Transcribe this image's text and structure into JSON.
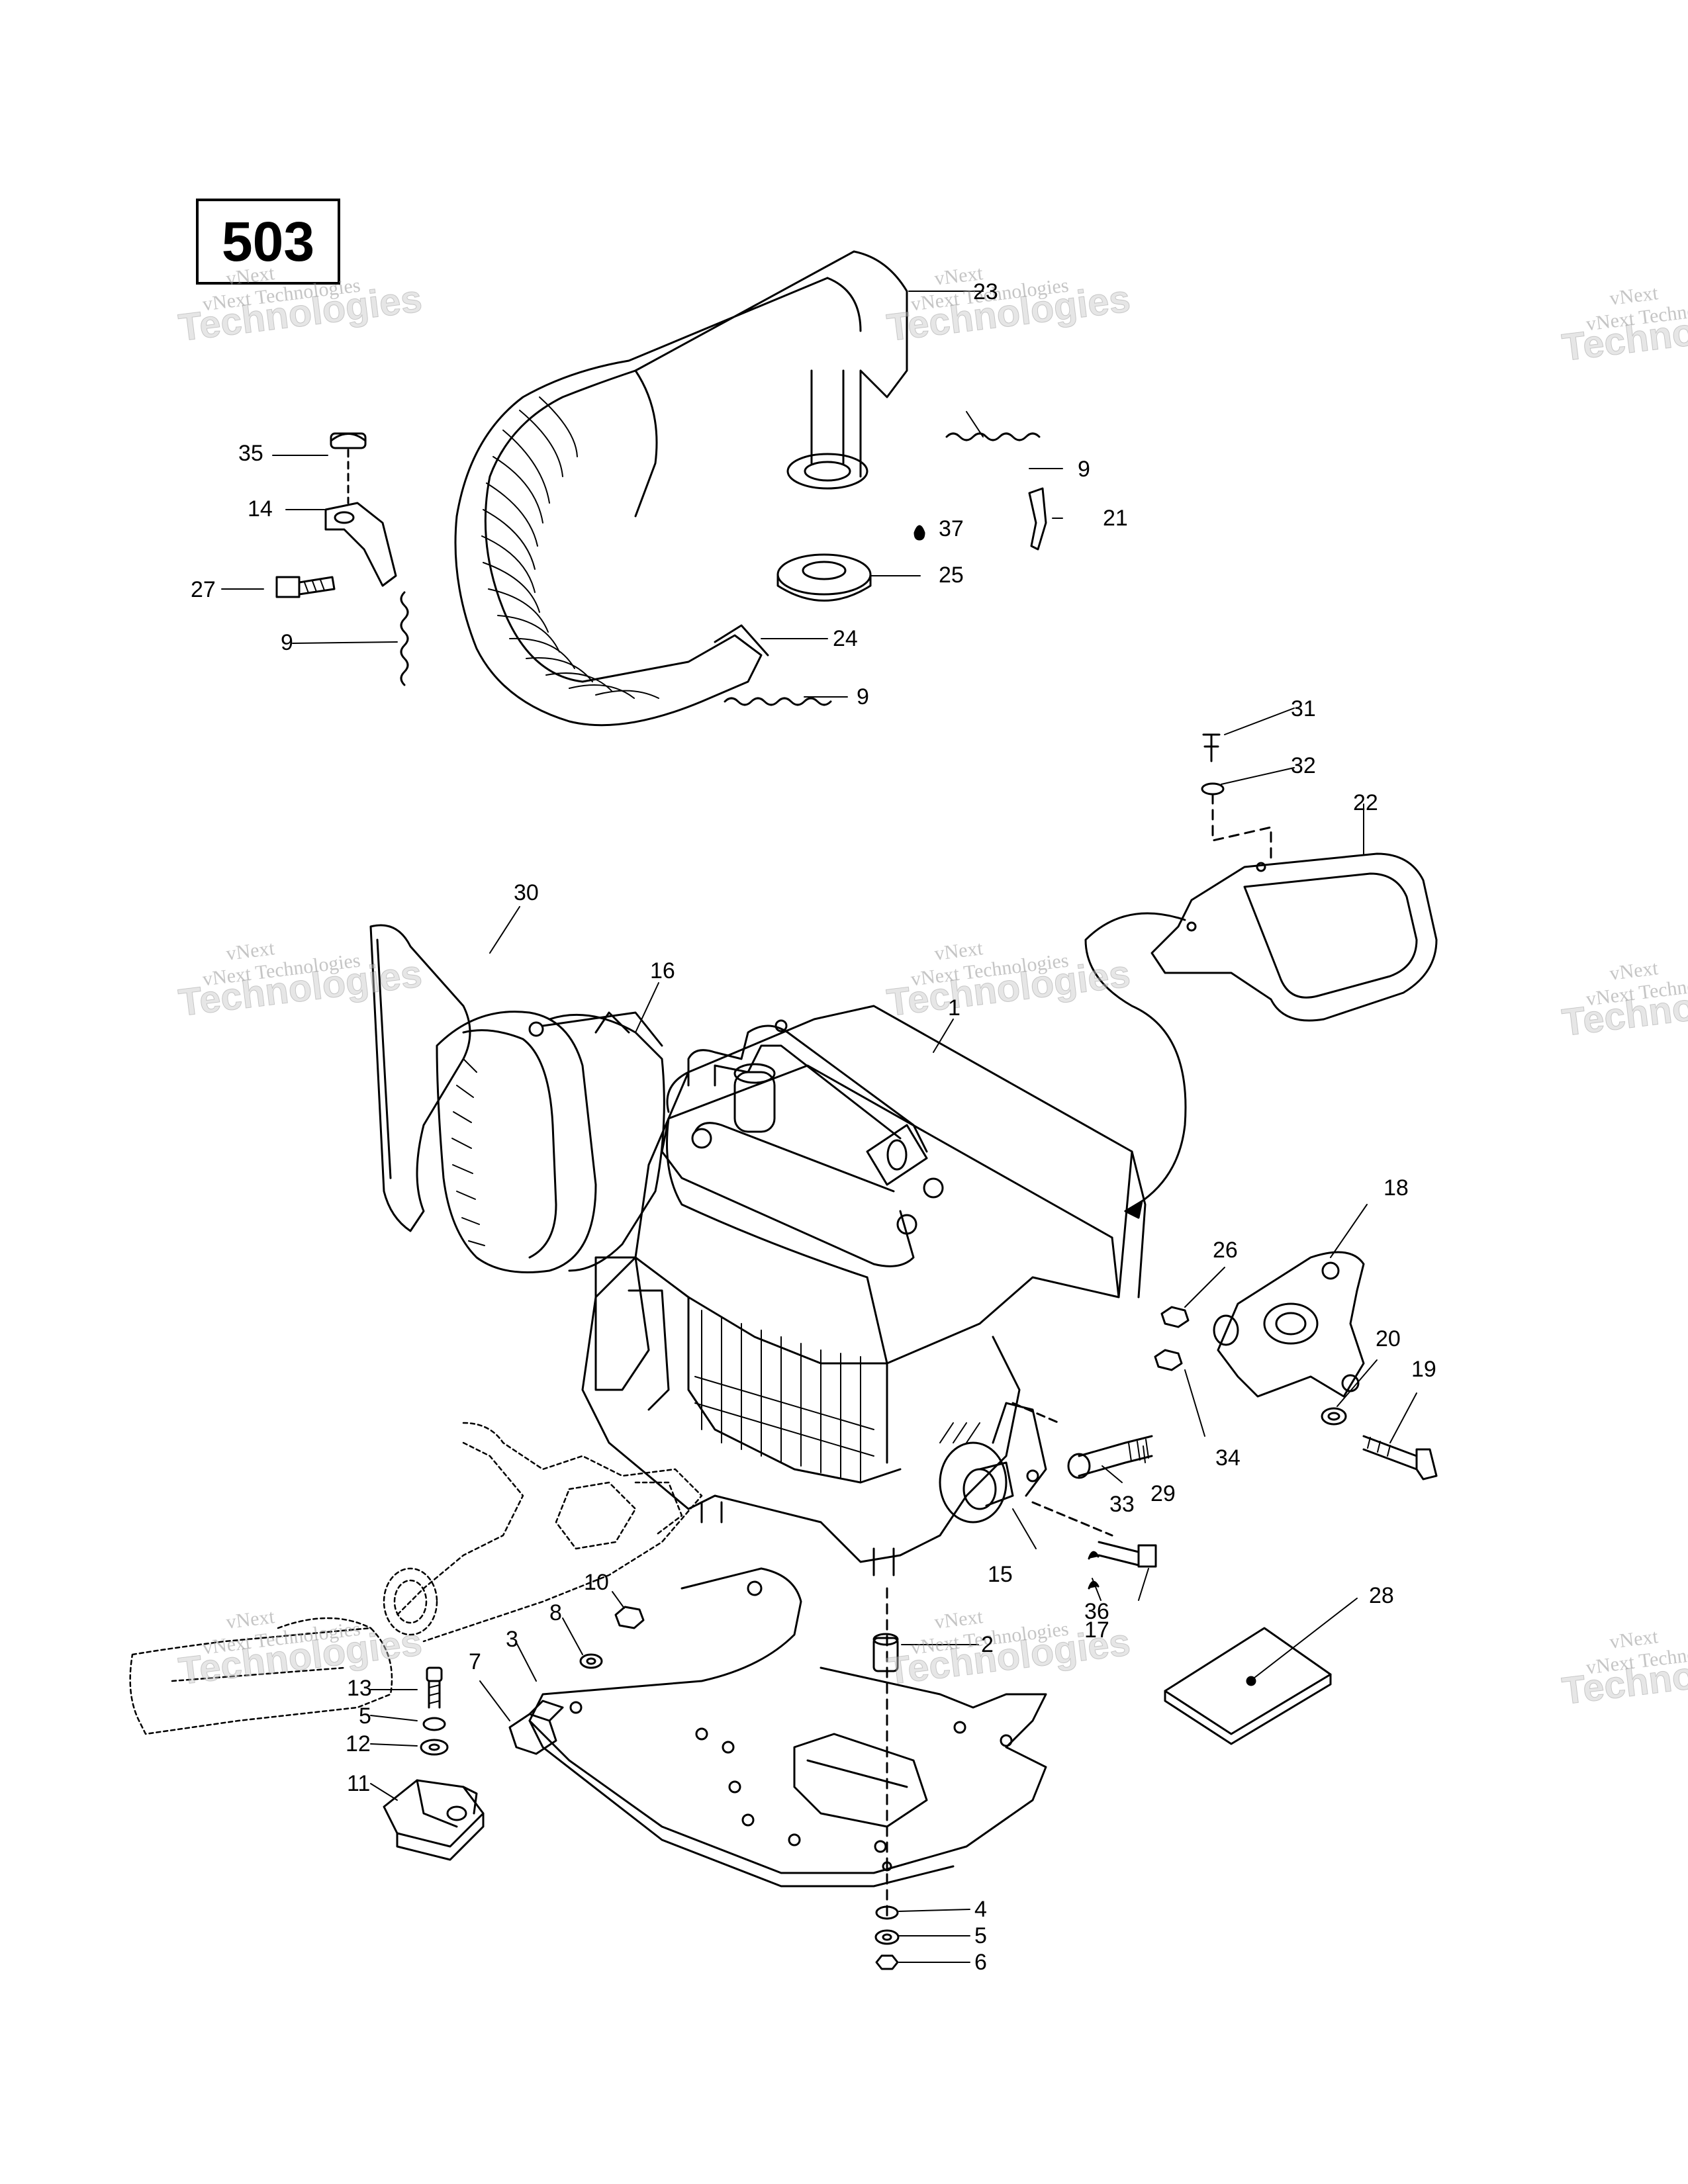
{
  "page_id": "503",
  "watermark": {
    "line1": "vNext",
    "line2": "vNext Technologies",
    "line3": "Technologies"
  },
  "callouts": [
    {
      "id": "c35",
      "label": "35"
    },
    {
      "id": "c14",
      "label": "14"
    },
    {
      "id": "c27",
      "label": "27"
    },
    {
      "id": "c9a",
      "label": "9"
    },
    {
      "id": "c23",
      "label": "23"
    },
    {
      "id": "c9b",
      "label": "9"
    },
    {
      "id": "c21",
      "label": "21"
    },
    {
      "id": "c37",
      "label": "37"
    },
    {
      "id": "c25",
      "label": "25"
    },
    {
      "id": "c24",
      "label": "24"
    },
    {
      "id": "c9c",
      "label": "9"
    },
    {
      "id": "c31",
      "label": "31"
    },
    {
      "id": "c32",
      "label": "32"
    },
    {
      "id": "c22",
      "label": "22"
    },
    {
      "id": "c30",
      "label": "30"
    },
    {
      "id": "c16",
      "label": "16"
    },
    {
      "id": "c1",
      "label": "1"
    },
    {
      "id": "c18",
      "label": "18"
    },
    {
      "id": "c26",
      "label": "26"
    },
    {
      "id": "c20",
      "label": "20"
    },
    {
      "id": "c19",
      "label": "19"
    },
    {
      "id": "c34",
      "label": "34"
    },
    {
      "id": "c29",
      "label": "29"
    },
    {
      "id": "c33",
      "label": "33"
    },
    {
      "id": "c15",
      "label": "15"
    },
    {
      "id": "c36",
      "label": "36"
    },
    {
      "id": "c17",
      "label": "17"
    },
    {
      "id": "c28",
      "label": "28"
    },
    {
      "id": "c10",
      "label": "10"
    },
    {
      "id": "c8",
      "label": "8"
    },
    {
      "id": "c2",
      "label": "2"
    },
    {
      "id": "c3",
      "label": "3"
    },
    {
      "id": "c7",
      "label": "7"
    },
    {
      "id": "c13",
      "label": "13"
    },
    {
      "id": "c5a",
      "label": "5"
    },
    {
      "id": "c12",
      "label": "12"
    },
    {
      "id": "c11",
      "label": "11"
    },
    {
      "id": "c4",
      "label": "4"
    },
    {
      "id": "c5b",
      "label": "5"
    },
    {
      "id": "c6",
      "label": "6"
    }
  ]
}
